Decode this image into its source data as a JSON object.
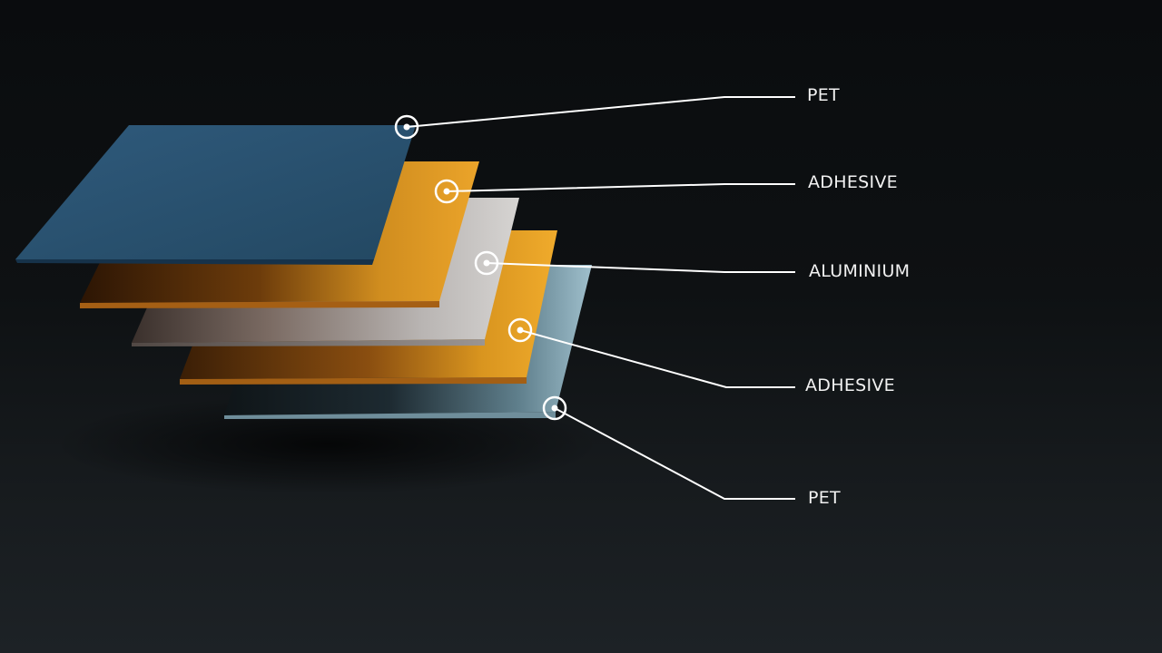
{
  "layers": [
    {
      "name": "PET",
      "color": "#2d5577",
      "position": "top"
    },
    {
      "name": "ADHESIVE",
      "color": "#e3a02a",
      "position": "upper-middle"
    },
    {
      "name": "ALUMINIUM",
      "color": "#b4b4b6",
      "position": "middle"
    },
    {
      "name": "ADHESIVE",
      "color": "#e3a02a",
      "position": "lower-middle"
    },
    {
      "name": "PET",
      "color": "#8fb1c0",
      "position": "bottom"
    }
  ],
  "callout_color": "#ffffff",
  "background_color": "#0e1113"
}
